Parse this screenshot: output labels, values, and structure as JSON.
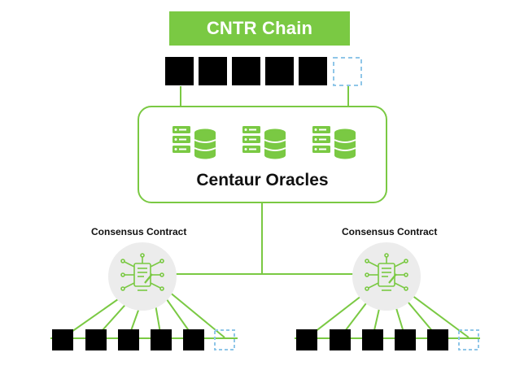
{
  "title": "CNTR Chain",
  "oracles": {
    "label": "Centaur Oracles",
    "icons": [
      "server-database-icon",
      "server-database-icon",
      "server-database-icon"
    ]
  },
  "consensus_left": {
    "label": "Consensus Contract",
    "icon": "contract-document-icon"
  },
  "consensus_right": {
    "label": "Consensus Contract",
    "icon": "contract-document-icon"
  },
  "colors": {
    "accent_green": "#7ac943",
    "block_black": "#000000",
    "pending_blue": "#8fc6e8",
    "circle_gray": "#ececec"
  }
}
